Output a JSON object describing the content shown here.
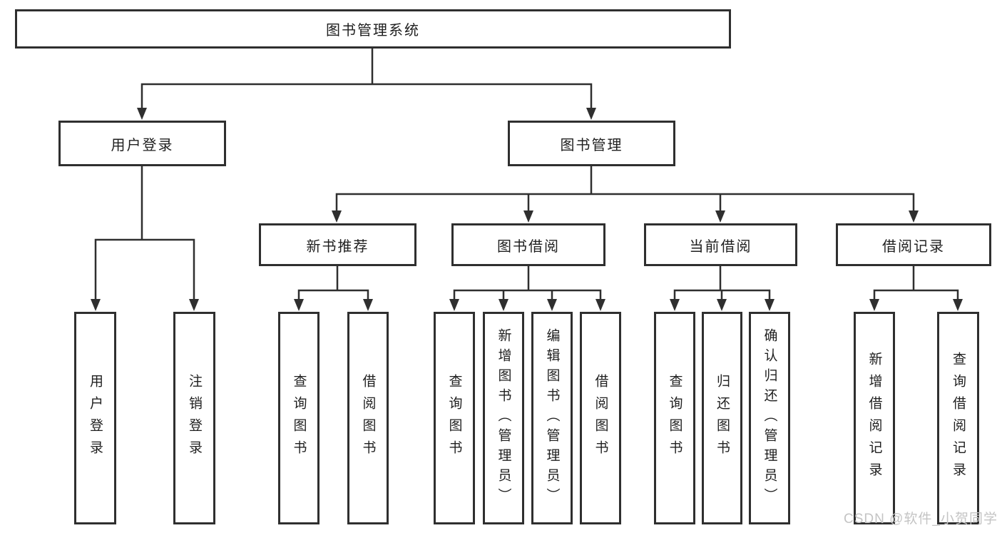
{
  "diagram": {
    "root": {
      "label": "图书管理系统"
    },
    "user_branch": {
      "label": "用户登录",
      "children": [
        {
          "label": "用户登录"
        },
        {
          "label": "注销登录"
        }
      ]
    },
    "book_branch": {
      "label": "图书管理",
      "sections": [
        {
          "label": "新书推荐",
          "children": [
            {
              "label": "查询图书"
            },
            {
              "label": "借阅图书"
            }
          ]
        },
        {
          "label": "图书借阅",
          "children": [
            {
              "label": "查询图书"
            },
            {
              "label": "新增图书（管理员）"
            },
            {
              "label": "编辑图书（管理员）"
            },
            {
              "label": "借阅图书"
            }
          ]
        },
        {
          "label": "当前借阅",
          "children": [
            {
              "label": "查询图书"
            },
            {
              "label": "归还图书"
            },
            {
              "label": "确认归还（管理员）"
            }
          ]
        },
        {
          "label": "借阅记录",
          "children": [
            {
              "label": "新增借阅记录"
            },
            {
              "label": "查询借阅记录"
            }
          ]
        }
      ]
    }
  },
  "watermark": {
    "text": "CSDN @软件_小贺同学",
    "color": "#c4c4c4"
  },
  "colors": {
    "line": "#2f2f2f",
    "box_border": "#2f2f2f",
    "text": "#1f1f1f",
    "background": "#ffffff"
  }
}
